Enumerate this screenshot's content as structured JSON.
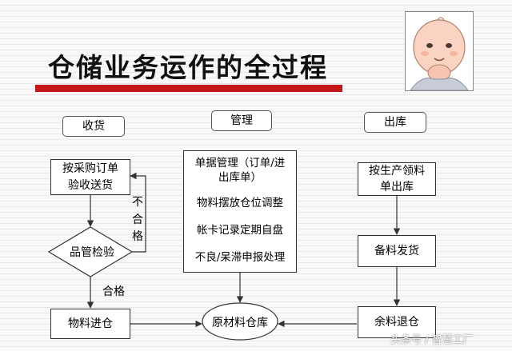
{
  "title": "仓储业务运作的全过程",
  "headers": {
    "receiving": "收货",
    "management": "管理",
    "outbound": "出库"
  },
  "receiving": {
    "check_order": "按采购订单验收送货",
    "quality_check": "品管检验",
    "fail_label": "不合格",
    "pass_label": "合格",
    "material_in": "物料进仓"
  },
  "management": {
    "doc_mgmt": "单据管理（订单/进出库单）",
    "placement": "物料摆放仓位调整",
    "records": "帐卡记录定期自盘",
    "report": "不良/呆滞申报处理",
    "warehouse": "原材料仓库"
  },
  "outbound": {
    "issue_by_sheet": "按生产领料单出库",
    "prepare": "备料发货",
    "return_surplus": "余料退仓"
  },
  "watermark": "头条号 / 智慧工厂",
  "colors": {
    "accent_bar": "#c2161a",
    "line": "#333333"
  }
}
